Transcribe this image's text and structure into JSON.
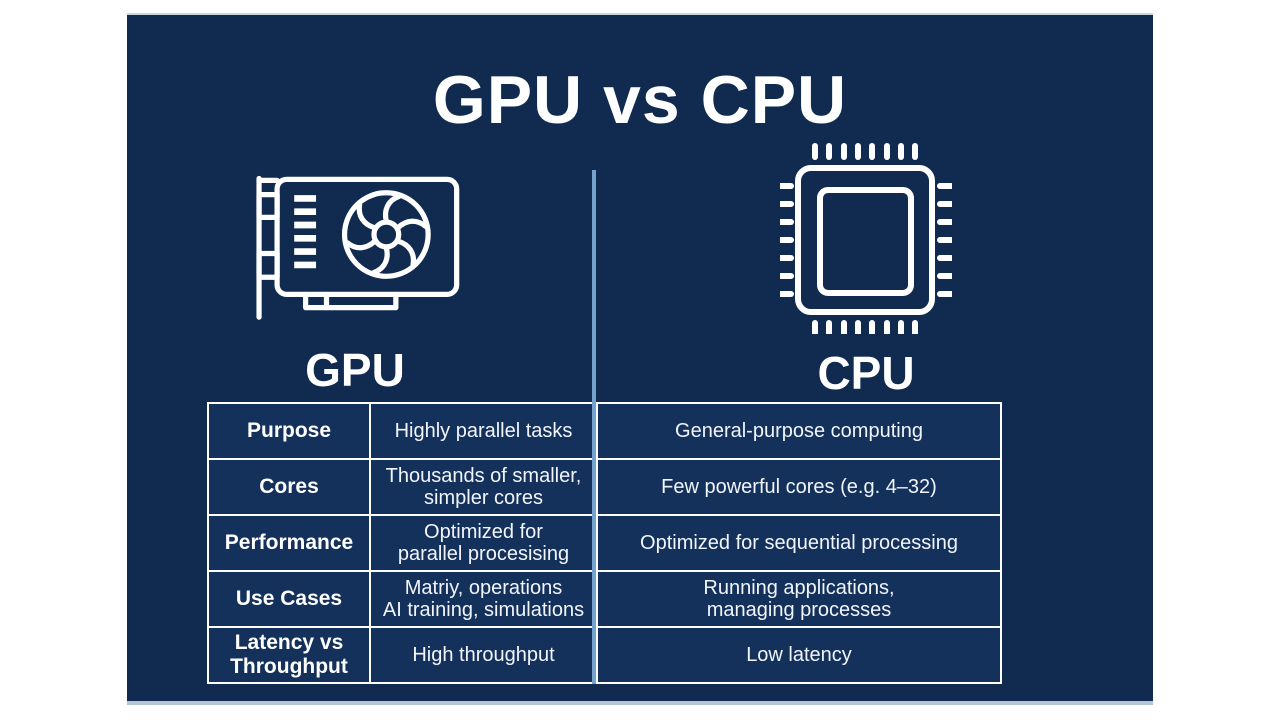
{
  "title": "GPU vs CPU",
  "panel": {
    "bg": "#112a4f",
    "cell_bg": "#14315c",
    "border_color": "#ffffff",
    "divider_color": "#76a3cd",
    "text_color": "#f2f5fa"
  },
  "gpu": {
    "label": "GPU",
    "icon": "gpu-graphics-card-icon"
  },
  "cpu": {
    "label": "CPU",
    "icon": "cpu-chip-icon"
  },
  "table": {
    "columns": [
      "attribute",
      "gpu",
      "cpu"
    ],
    "rows": [
      {
        "label": "Purpose",
        "gpu": "Highly parallel tasks",
        "cpu": "General-purpose computing"
      },
      {
        "label": "Cores",
        "gpu": "Thousands of smaller,\nsimpler cores",
        "cpu": "Few powerful cores (e.g. 4–32)"
      },
      {
        "label": "Performance",
        "gpu": "Optimized for\nparallel procesising",
        "cpu": "Optimized for sequential processing"
      },
      {
        "label": "Use Cases",
        "gpu": "Matriy, operations\nAI training, simulations",
        "cpu": "Running applications,\nmanaging processes"
      },
      {
        "label": "Latency vs\nThroughput",
        "gpu": "High throughput",
        "cpu": "Low latency"
      }
    ]
  }
}
